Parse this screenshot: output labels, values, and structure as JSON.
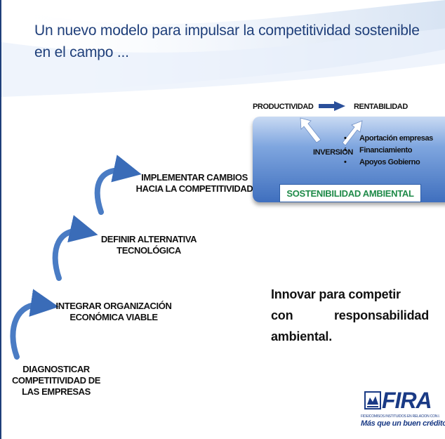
{
  "slide": {
    "title_line1": "Un nuevo modelo para impulsar la competitividad sostenible",
    "title_line2": "en el campo ..."
  },
  "steps": [
    {
      "line1": "DIAGNOSTICAR",
      "line2": "COMPETITIVIDAD DE",
      "line3": "LAS EMPRESAS"
    },
    {
      "line1": "INTEGRAR ORGANIZACIÓN",
      "line2": "ECONÓMICA VIABLE"
    },
    {
      "line1": "DEFINIR ALTERNATIVA",
      "line2": "TECNOLÓGICA"
    },
    {
      "line1": "IMPLEMENTAR CAMBIOS",
      "line2": "HACIA LA COMPETITIVIDAD"
    }
  ],
  "model": {
    "productividad": "PRODUCTIVIDAD",
    "rentabilidad": "RENTABILIDAD",
    "inversion": "INVERSIÓN",
    "sources": [
      "Aportación empresas",
      "Financiamiento",
      "Apoyos Gobierno"
    ],
    "sustainability": "SOSTENIBILIDAD AMBIENTAL"
  },
  "statement": {
    "line1": "Innovar para competir",
    "line2_a": "con",
    "line2_b": "responsabilidad",
    "line3": "ambiental."
  },
  "logo": {
    "name": "FIRA",
    "subtitle": "FIDEICOMISOS INSTITUIDOS EN RELACIÓN CON LA AGRICULTURA",
    "slogan": "Más que un buen crédito"
  },
  "colors": {
    "title": "#1f3f7a",
    "arrow": "#4a7cc4",
    "panel": "#3f6fbe",
    "sustainability_text": "#1e8a48"
  }
}
